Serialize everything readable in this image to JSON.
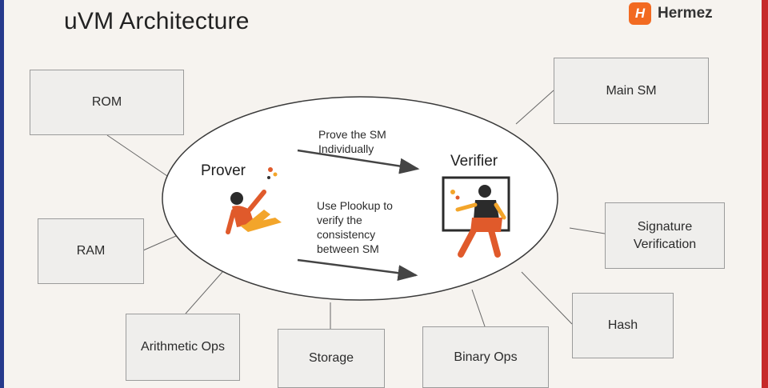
{
  "header": {
    "title": "uVM Architecture"
  },
  "logo": {
    "badge": "H",
    "brand": "Hermez",
    "color": "#f26a21"
  },
  "center": {
    "prover": "Prover",
    "verifier": "Verifier",
    "arrow_top_line1": "Prove the SM",
    "arrow_top_line2": "Individually",
    "arrow_bottom_line1": "Use Plookup to",
    "arrow_bottom_line2": "verify the",
    "arrow_bottom_line3": "consistency",
    "arrow_bottom_line4": "between SM"
  },
  "boxes": {
    "rom": "ROM",
    "ram": "RAM",
    "arithmetic": "Arithmetic Ops",
    "storage": "Storage",
    "binary": "Binary Ops",
    "hash": "Hash",
    "signature_line1": "Signature",
    "signature_line2": "Verification",
    "main_sm": "Main SM"
  },
  "colors": {
    "accent_orange": "#f39c2a",
    "accent_red": "#e05a2b",
    "frame_left": "#263a8c",
    "frame_right": "#c62a2a"
  }
}
